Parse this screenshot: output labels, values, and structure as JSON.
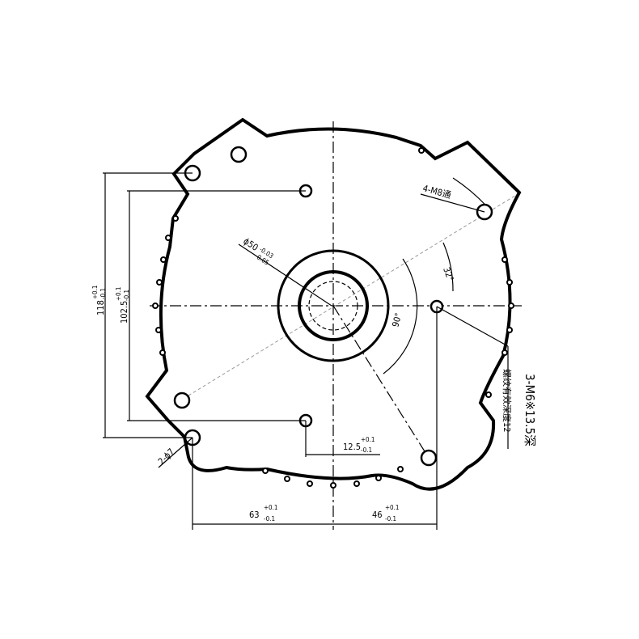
{
  "drawing": {
    "dim_118": "118",
    "dim_118_tol_upper": "+0.1",
    "dim_118_tol_lower": "-0.1",
    "dim_102_5": "102.5",
    "dim_102_5_tol_upper": "+0.1",
    "dim_102_5_tol_lower": "-0.1",
    "dim_bore": "ϕ50",
    "dim_bore_tol_upper": "-0.03",
    "dim_bore_tol_lower": "-0.05",
    "angle_32": "32°",
    "angle_90": "90°",
    "note_m8": "4-M8通",
    "note_m6": "3-M6※13.5深",
    "note_thread_depth": "螺纹有效深度12",
    "dim_12_5": "12.5",
    "dim_12_5_tol_upper": "+0.1",
    "dim_12_5_tol_lower": "-0.1",
    "dim_63": "63",
    "dim_63_tol_upper": "+0.1",
    "dim_63_tol_lower": "-0.1",
    "dim_46": "46",
    "dim_46_tol_upper": "+0.1",
    "dim_46_tol_lower": "-0.1",
    "note_phi7": "2-ϕ7"
  }
}
